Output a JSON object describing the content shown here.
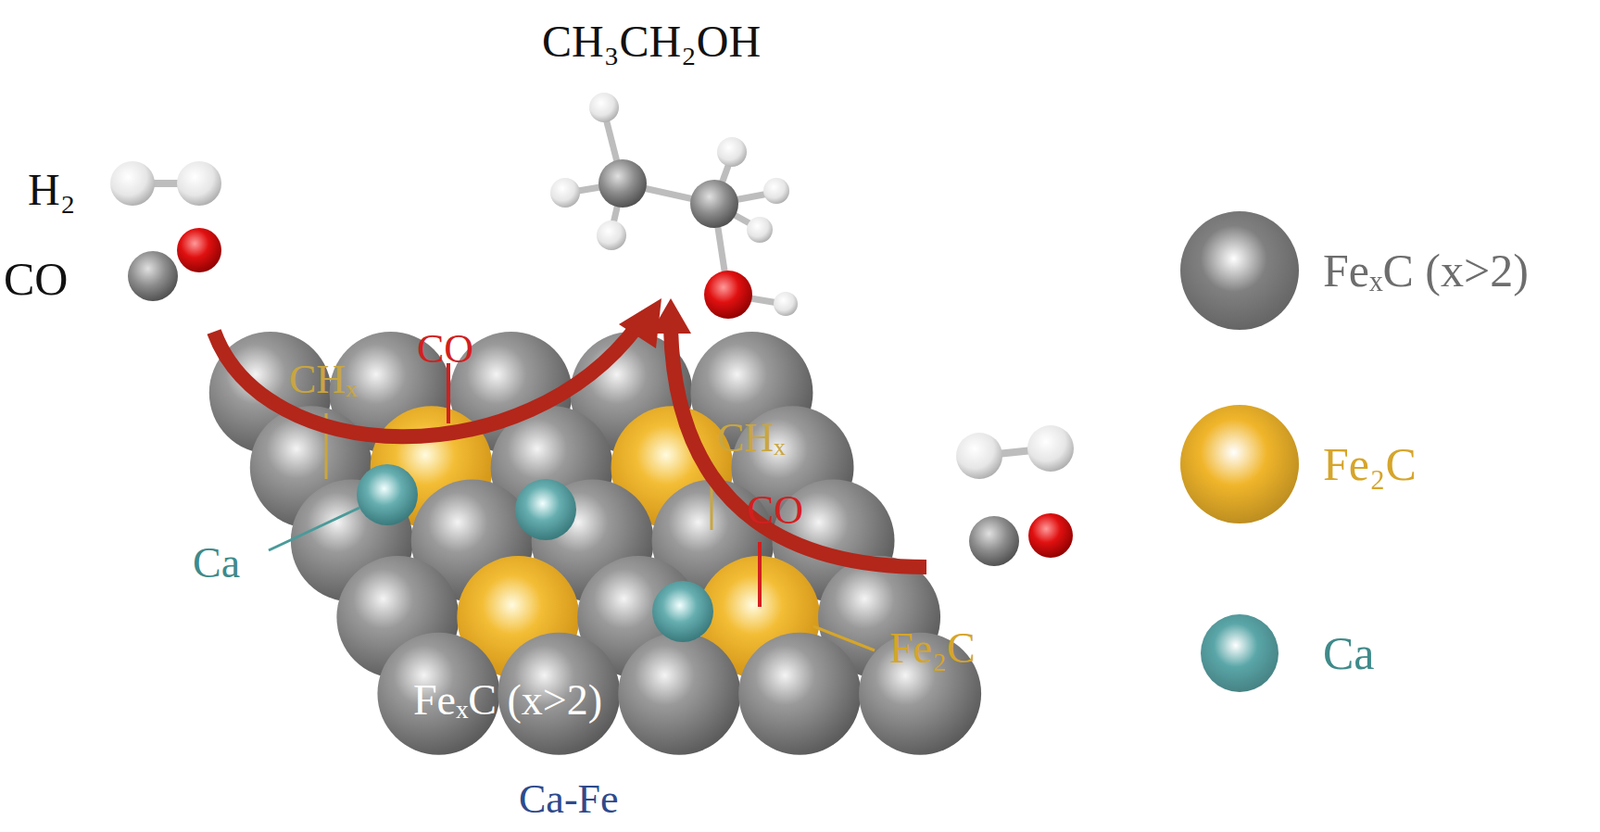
{
  "diagram": {
    "caption": "Ca-Fe",
    "labels": [
      "CH₃CH₂OH",
      "H₂",
      "CO",
      "CHₓ",
      "CO",
      "CHₓ",
      "CO",
      "Ca",
      "Fe₂C",
      "FeₓC (x>2)"
    ],
    "legend": [
      {
        "text": "FeₓC (x>2)",
        "color": "#808080"
      },
      {
        "text": "Fe₂C",
        "color": "#f0b52a"
      },
      {
        "text": "Ca",
        "color": "#5aa6a8"
      }
    ]
  }
}
